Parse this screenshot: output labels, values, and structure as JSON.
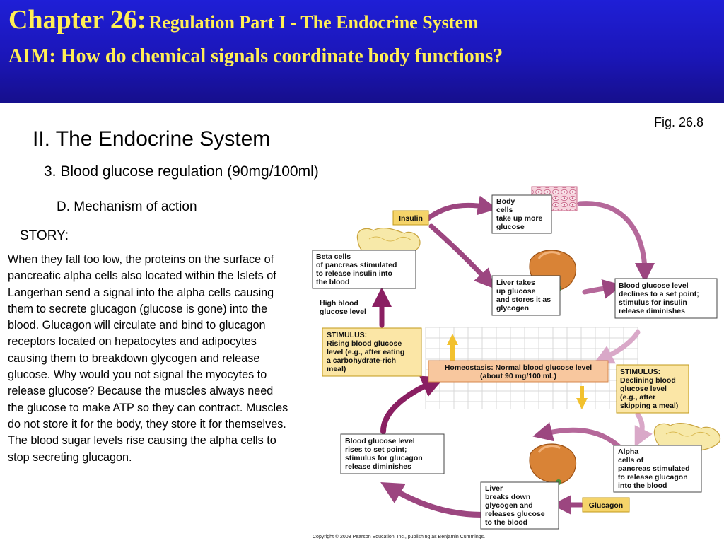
{
  "header": {
    "chapter_label": "Chapter 26:",
    "chapter_subtitle": "Regulation Part I - The Endocrine System",
    "aim": "AIM: How do chemical signals coordinate body functions?"
  },
  "fig_label": "Fig. 26.8",
  "outline": {
    "section": "II. The Endocrine System",
    "subsection": "3. Blood glucose regulation (90mg/100ml)",
    "point": "D. Mechanism of action",
    "story_label": "STORY:"
  },
  "story_text": "When they fall too low, the proteins on the surface of pancreatic alpha cells also located within the Islets of Langerhan send a signal into the alpha cells causing them to secrete glucagon (glucose is gone) into the blood. Glucagon will circulate and bind to glucagon receptors located on hepatocytes and adipocytes causing them to breakdown glycogen and release glucose. Why would you not signal the myocytes to release glucose? Because the muscles always need the glucose to make ATP so they can contract. Muscles do not store it for the body, they store it for themselves. The blood sugar levels rise causing the alpha cells to stop secreting glucagon.",
  "diagram": {
    "insulin": "Insulin",
    "glucagon": "Glucagon",
    "body_cells": [
      "Body",
      "cells",
      "take up more",
      "glucose"
    ],
    "beta_cells": [
      "Beta cells",
      "of pancreas stimulated",
      "to release insulin into",
      "the blood"
    ],
    "liver_takes": [
      "Liver takes",
      "up glucose",
      "and stores it as",
      "glycogen"
    ],
    "declines": [
      "Blood glucose level",
      "declines to a set point;",
      "stimulus for insulin",
      "release diminishes"
    ],
    "high_blood": [
      "High blood",
      "glucose level"
    ],
    "stimulus_rising": [
      "STIMULUS:",
      "Rising blood glucose",
      "level (e.g., after eating",
      "a carbohydrate-rich",
      "meal)"
    ],
    "homeostasis": [
      "Homeostasis: Normal blood glucose level",
      "(about 90 mg/100 mL)"
    ],
    "stimulus_declining": [
      "STIMULUS:",
      "Declining blood",
      "glucose level",
      "(e.g., after",
      "skipping a meal)"
    ],
    "rises": [
      "Blood glucose level",
      "rises to set point;",
      "stimulus for glucagon",
      "release diminishes"
    ],
    "alpha_cells": [
      "Alpha",
      "cells of",
      "pancreas stimulated",
      "to release glucagon",
      "into the blood"
    ],
    "liver_breaks": [
      "Liver",
      "breaks down",
      "glycogen and",
      "releases glucose",
      "to the blood"
    ],
    "copyright": "Copyright © 2003 Pearson Education, Inc., publishing as Benjamin Cummings."
  }
}
